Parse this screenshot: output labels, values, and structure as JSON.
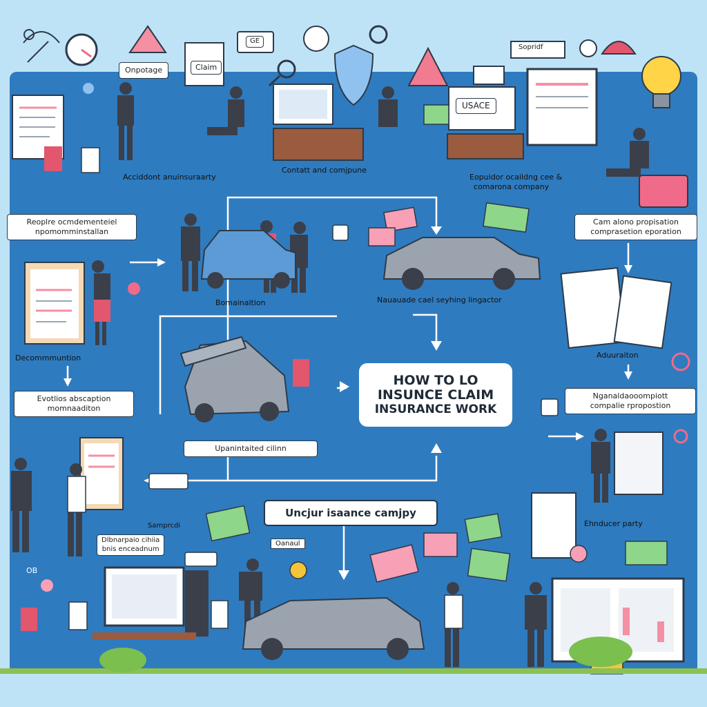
{
  "title": {
    "line1": "HOW TO LO",
    "line2": "INSUNCE CLAIM",
    "line3": "INSURANCE WORK"
  },
  "banner": "Uncjur isaance camjpy",
  "top_labels": {
    "speech_left": "Onpotage",
    "doc_claim": "Claim",
    "monitor_left": "GE",
    "sign_right": "Sopridf",
    "monitor_right": "USACE"
  },
  "captions": {
    "accident": "Acciddont anuinsuraarty",
    "contact": "Contatt and comjpune",
    "evaluator_l1": "Eopuidor ocaildng cee &",
    "evaluator_l2": "comarona company",
    "review": "Bomainaltion",
    "adjuster": "Nauauade cael seyhing lingactor",
    "documentation": "Decommmuntion",
    "adjustment": "Aduuraiton",
    "uncompleted": "Upanintaited cilinn",
    "producer": "Ehnducer party",
    "payment_tag": "Samprcdi",
    "small_tag": "Oanaul",
    "left_ob": "OB"
  },
  "boxes": {
    "people_docs_l1": "Reoplre ocmdementeiel",
    "people_docs_l2": "npomomminstallan",
    "evaluation_l1": "Evotlios abscaption",
    "evaluation_l2": "momnaaditon",
    "company_proposal_l1": "Cam alono propisation",
    "company_proposal_l2": "comprasetion eporation",
    "negotiation_l1": "Nganaldaooompiott",
    "negotiation_l2": "compalie rpropostion",
    "small_info_l1": "Dlbnarpaio cihiia",
    "small_info_l2": "bnis enceadnum"
  },
  "colors": {
    "panel": "#2f7bbf",
    "background": "#bfe3f6",
    "accent_pink": "#f06a8a",
    "money_green": "#8ed68a",
    "suit": "#3b3f4a"
  }
}
